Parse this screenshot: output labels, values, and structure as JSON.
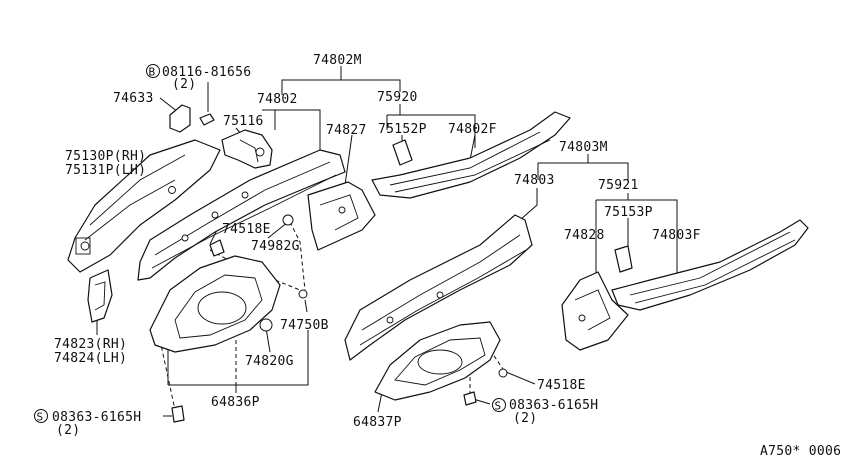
{
  "labels": {
    "p74802M": "74802M",
    "p08116": "08116-81656",
    "p08116_qty": "(2)",
    "p74633": "74633",
    "p74802": "74802",
    "p75920": "75920",
    "p75116": "75116",
    "p74827": "74827",
    "p75152P": "75152P",
    "p74802F": "74802F",
    "p75130P": "75130P(RH)",
    "p75131P": "75131P(LH)",
    "p74803M": "74803M",
    "p74803": "74803",
    "p75921": "75921",
    "p74518E_top": "74518E",
    "p74982G": "74982G",
    "p75153P": "75153P",
    "p74828": "74828",
    "p74803F": "74803F",
    "p74750B": "74750B",
    "p74823": "74823(RH)",
    "p74824": "74824(LH)",
    "p74820G": "74820G",
    "p64836P": "64836P",
    "p08363_left": "08363-6165H",
    "p08363_left_qty": "(2)",
    "p74518E_bot": "74518E",
    "p08363_right": "08363-6165H",
    "p08363_right_qty": "(2)",
    "p64837P": "64837P",
    "diagram_code": "A750* 0006"
  },
  "symbols": {
    "bolt_B": "B",
    "screw_S": "S"
  }
}
